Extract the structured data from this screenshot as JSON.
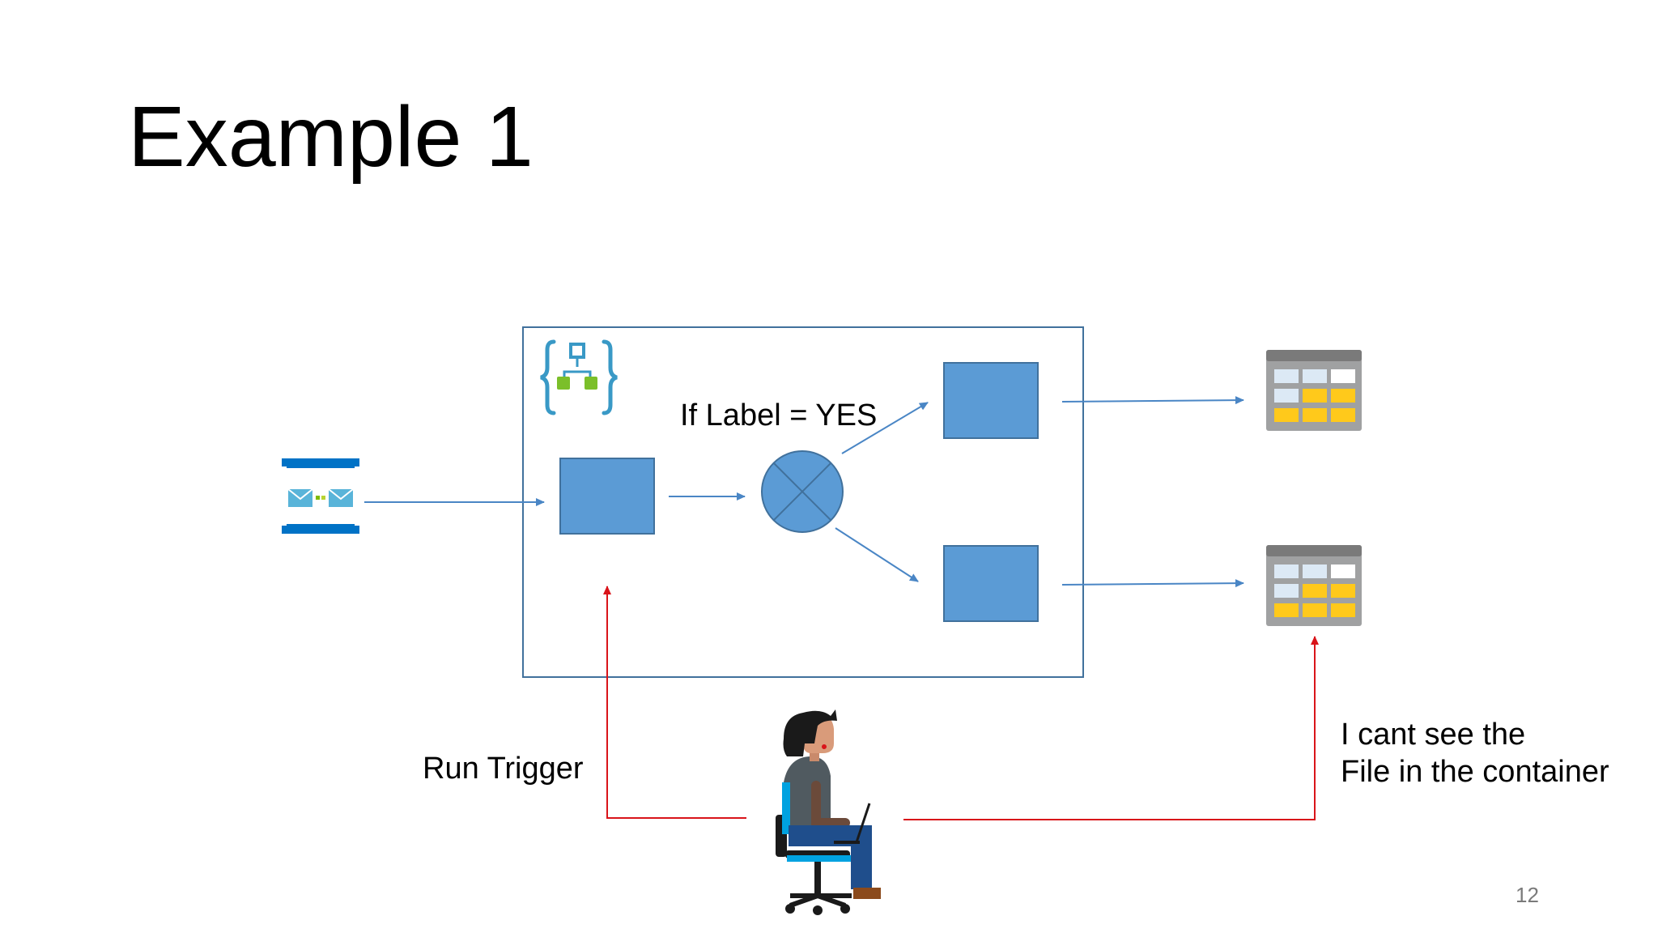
{
  "slide": {
    "title": "Example 1",
    "page_number": "12"
  },
  "labels": {
    "condition": "If Label = YES",
    "run_trigger": "Run Trigger",
    "feedback_line1": "I cant see the",
    "feedback_line2": "File in the container"
  },
  "icons": {
    "source": "service-bus-queue-icon",
    "workflow": "logic-app-icon",
    "decision": "condition-circle-icon",
    "target_top": "storage-table-icon",
    "target_bottom": "storage-table-icon",
    "user": "person-at-laptop-icon"
  },
  "colors": {
    "step_fill": "#5b9bd5",
    "step_border": "#41719c",
    "flow_arrow": "#4a86c5",
    "feedback_arrow": "#d9141a",
    "container_border": "#41719c",
    "accent_green": "#7bbf2a",
    "accent_yellow": "#ffc91b"
  }
}
